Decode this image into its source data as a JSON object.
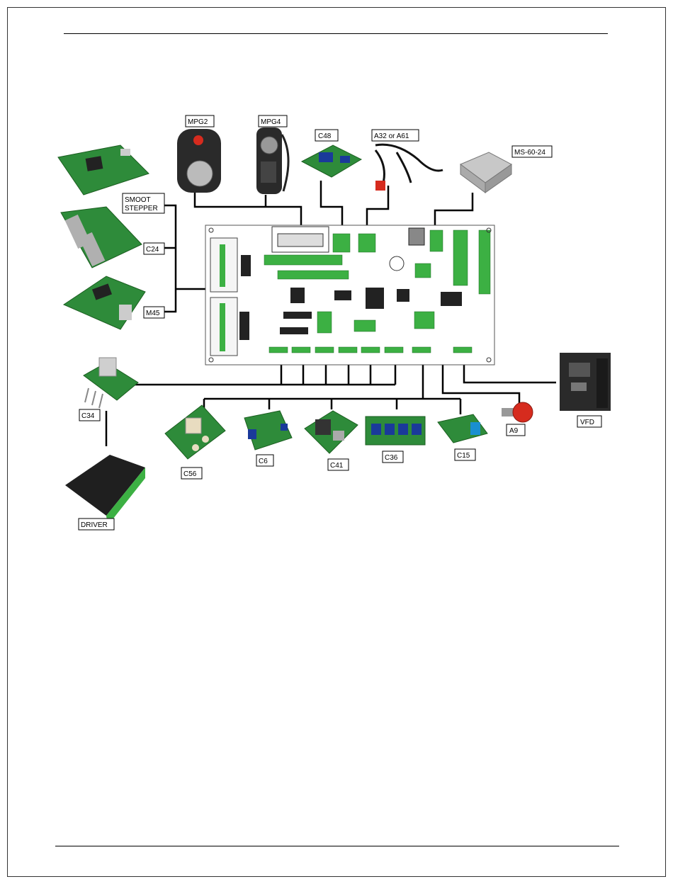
{
  "labels": {
    "mpg2": "MPG2",
    "mpg4": "MPG4",
    "c48": "C48",
    "a32": "A32 or A61",
    "ms60": "MS-60-24",
    "smooth_stepper": "SMOOT\nSTEPPER",
    "c24": "C24",
    "m45": "M45",
    "c34": "C34",
    "driver": "DRIVER",
    "c56": "C56",
    "c6": "C6",
    "c41": "C41",
    "c36": "C36",
    "c15": "C15",
    "a9": "A9",
    "vfd": "VFD"
  },
  "colors": {
    "pcb_green": "#2e8b3a",
    "board_bg": "#ffffff",
    "connector_green": "#3cb043",
    "estop_red": "#d62b1e",
    "dark_device": "#2a2a2a"
  }
}
